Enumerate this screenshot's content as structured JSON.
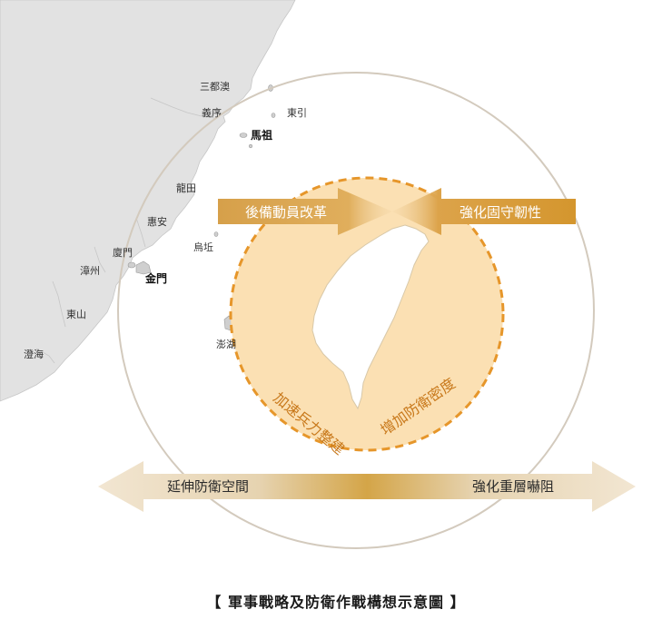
{
  "diagram": {
    "caption": "【 軍事戰略及防衛作戰構想示意圖 】",
    "places": {
      "sanduao": "三都澳",
      "yixu": "義序",
      "dongyin": "東引",
      "matsu": "馬祖",
      "longtian": "龍田",
      "huian": "惠安",
      "xiamen": "廈門",
      "wuqiu": "烏坵",
      "zhangzhou": "漳州",
      "kinmen": "金門",
      "dongshan": "東山",
      "chenghai": "澄海",
      "penghu": "澎湖"
    },
    "arrows": {
      "top_left": "後備動員改革",
      "top_right": "強化固守韌性",
      "bottom_left": "延伸防衛空間",
      "bottom_right": "強化重層嚇阻"
    },
    "inner_arcs": {
      "left": "加速兵力整建",
      "right": "增加防衛密度"
    },
    "colors": {
      "mainland": "#e2e2e2",
      "outer_circle": "#d3cabd",
      "inner_fill": "#fbe0b3",
      "inner_dash": "#e6962a",
      "arrow_gold": "#d49a36",
      "arrow_text": "#c8781a"
    }
  }
}
